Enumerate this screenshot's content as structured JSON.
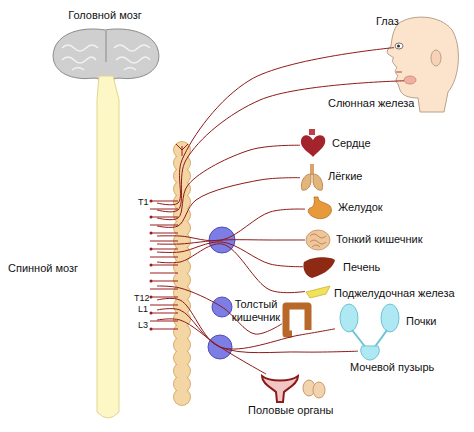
{
  "diagram": {
    "nodes": [
      {
        "text": [
          "Головной мозг"
        ]
      },
      {
        "text": [
          "Спинной мозг"
        ]
      },
      {
        "text": [
          "Глаз"
        ]
      },
      {
        "text": [
          "Слюнная железа"
        ]
      },
      {
        "text": [
          "Сердце"
        ]
      },
      {
        "text": [
          "Лёгкие"
        ]
      },
      {
        "text": [
          "Желудок"
        ]
      },
      {
        "text": [
          "Тонкий кишечник"
        ]
      },
      {
        "text": [
          "Печень"
        ]
      },
      {
        "text": [
          "Поджелудочная железа"
        ]
      },
      {
        "text": [
          "Толстый кишечник"
        ]
      },
      {
        "text": [
          "Почки"
        ]
      },
      {
        "text": [
          "Мочевой пузырь"
        ]
      },
      {
        "text": [
          "Половые органы"
        ]
      }
    ],
    "edges": [
      {
        "from": 1,
        "to": 2,
        "arrow": "none"
      },
      {
        "from": 1,
        "to": 3,
        "arrow": "none"
      },
      {
        "from": 1,
        "to": 4,
        "arrow": "none"
      },
      {
        "from": 1,
        "to": 5,
        "arrow": "none"
      },
      {
        "from": 1,
        "to": 6,
        "arrow": "none"
      },
      {
        "from": 1,
        "to": 7,
        "arrow": "none"
      },
      {
        "from": 1,
        "to": 8,
        "arrow": "none"
      },
      {
        "from": 1,
        "to": 9,
        "arrow": "none"
      },
      {
        "from": 1,
        "to": 10,
        "arrow": "none"
      },
      {
        "from": 1,
        "to": 11,
        "arrow": "none"
      },
      {
        "from": 1,
        "to": 12,
        "arrow": "none"
      },
      {
        "from": 1,
        "to": 13,
        "arrow": "none"
      }
    ],
    "labels": [
      "T1",
      "T12",
      "L1",
      "L3"
    ]
  }
}
